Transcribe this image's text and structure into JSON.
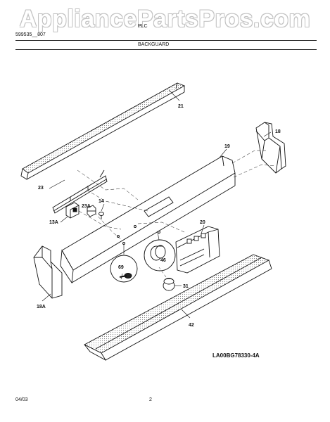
{
  "watermark": "AppliancePartsPros.com",
  "header": {
    "model_code": "599535__807",
    "model_name": "PLC",
    "section": "BACKGUARD"
  },
  "callouts": {
    "p21": "21",
    "p18": "18",
    "p19": "19",
    "p23": "23",
    "p14": "14",
    "p23A": "23A",
    "p13A": "13A",
    "p20": "20",
    "p46": "46",
    "p69": "69",
    "p31": "31",
    "p18A": "18A",
    "p42": "42"
  },
  "diagram_id": "LA00BG78330-4A",
  "footer": {
    "date": "04/03",
    "page": "2"
  }
}
